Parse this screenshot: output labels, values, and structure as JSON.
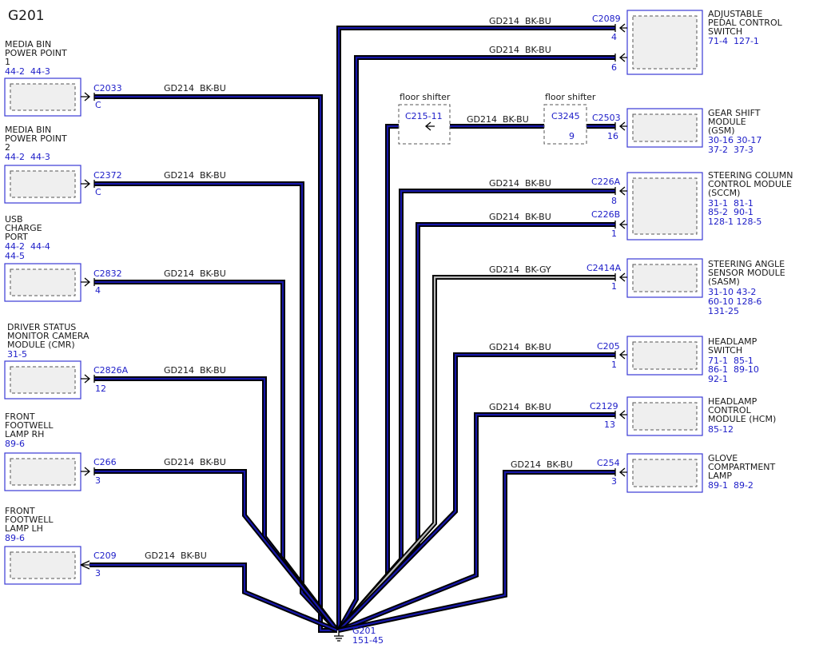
{
  "title": "G201",
  "ground": {
    "id": "G201",
    "ref": "151-45"
  },
  "left": [
    {
      "name": [
        "MEDIA BIN",
        "POWER POINT",
        "1"
      ],
      "refs": [
        "44-2  44-3"
      ],
      "connector": "C2033",
      "pin": "C",
      "wire": "GD214  BK-BU",
      "color": "BU"
    },
    {
      "name": [
        "MEDIA BIN",
        "POWER POINT",
        "2"
      ],
      "refs": [
        "44-2  44-3"
      ],
      "connector": "C2372",
      "pin": "C",
      "wire": "GD214  BK-BU",
      "color": "BU"
    },
    {
      "name": [
        "USB",
        "CHARGE",
        "PORT"
      ],
      "refs": [
        "44-2  44-4",
        "44-5"
      ],
      "connector": "C2832",
      "pin": "4",
      "wire": "GD214  BK-BU",
      "color": "BU"
    },
    {
      "name": [
        "DRIVER STATUS",
        "MONITOR CAMERA",
        "MODULE (CMR)"
      ],
      "refs": [
        "31-5"
      ],
      "connector": "C2826A",
      "pin": "12",
      "wire": "GD214  BK-BU",
      "color": "BU"
    },
    {
      "name": [
        "FRONT",
        "FOOTWELL",
        "LAMP RH"
      ],
      "refs": [
        "89-6"
      ],
      "connector": "C266",
      "pin": "3",
      "wire": "GD214  BK-BU",
      "color": "BU"
    },
    {
      "name": [
        "FRONT",
        "FOOTWELL",
        "LAMP LH"
      ],
      "refs": [
        "89-6"
      ],
      "connector": "C209",
      "pin": "3",
      "wire": "GD214  BK-BU",
      "color": "BU"
    }
  ],
  "right": [
    {
      "name": [
        "ADJUSTABLE",
        "PEDAL CONTROL",
        "SWITCH"
      ],
      "refs": [
        "71-4  127-1"
      ],
      "connector": "C2089",
      "pins": [
        "4",
        "6"
      ],
      "wires": [
        "GD214  BK-BU",
        "GD214  BK-BU"
      ],
      "color": "BU"
    },
    {
      "name": [
        "GEAR SHIFT",
        "MODULE",
        "(GSM)"
      ],
      "refs": [
        "30-16 30-17",
        "37-2  37-3"
      ],
      "connector": "C2503",
      "pin": "16",
      "wire": "GD214  BK-BU",
      "color": "BU"
    },
    {
      "name": [
        "STEERING COLUMN",
        "CONTROL MODULE",
        "(SCCM)"
      ],
      "refs": [
        "31-1  81-1",
        "85-2  90-1",
        "128-1 128-5"
      ],
      "connectors": [
        "C226A",
        "C226B"
      ],
      "pins": [
        "8",
        "1"
      ],
      "wires": [
        "GD214  BK-BU",
        "GD214  BK-BU"
      ],
      "color": "BU"
    },
    {
      "name": [
        "STEERING ANGLE",
        "SENSOR MODULE",
        "(SASM)"
      ],
      "refs": [
        "31-10 43-2",
        "60-10 128-6",
        "131-25"
      ],
      "connector": "C2414A",
      "pin": "1",
      "wire": "GD214  BK-GY",
      "color": "GY"
    },
    {
      "name": [
        "HEADLAMP",
        "SWITCH"
      ],
      "refs": [
        "71-1  85-1",
        "86-1  89-10",
        "92-1"
      ],
      "connector": "C205",
      "pin": "1",
      "wire": "GD214  BK-BU",
      "color": "BU"
    },
    {
      "name": [
        "HEADLAMP",
        "CONTROL",
        "MODULE (HCM)"
      ],
      "refs": [
        "85-12"
      ],
      "connector": "C2129",
      "pin": "13",
      "wire": "GD214  BK-BU",
      "color": "BU"
    },
    {
      "name": [
        "GLOVE",
        "COMPARTMENT",
        "LAMP"
      ],
      "refs": [
        "89-1  89-2"
      ],
      "connector": "C254",
      "pin": "3",
      "wire": "GD214  BK-BU",
      "color": "BU"
    }
  ],
  "inline": [
    {
      "label": "floor shifter",
      "connector": "C215-11"
    },
    {
      "label": "floor shifter",
      "connector": "C3245",
      "pin": "9"
    }
  ]
}
